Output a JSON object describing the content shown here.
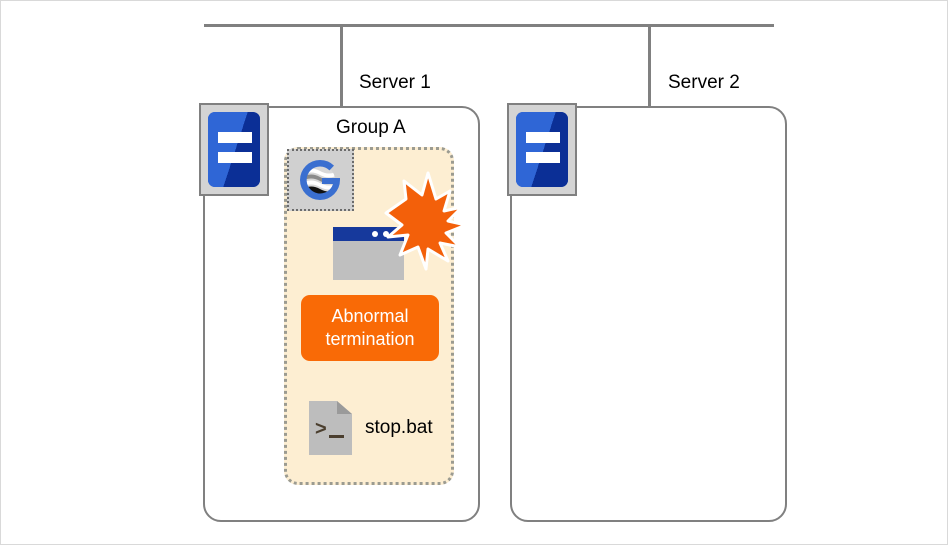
{
  "diagram": {
    "title": "Abnormal termination of an application in Group A on Server 1",
    "network": {
      "bus_color": "#808080"
    },
    "servers": [
      {
        "label": "Server 1",
        "icon_name": "server-hardware-icon",
        "group": {
          "label": "Group A",
          "background": "#fdeed2",
          "border_style": "dotted",
          "items": [
            {
              "kind": "app-logo",
              "name": "application-logo-icon"
            },
            {
              "kind": "window",
              "name": "application-window-icon"
            },
            {
              "kind": "status",
              "name": "abnormal-termination-badge",
              "label": "Abnormal\ntermination",
              "label_line1": "Abnormal",
              "label_line2": "termination",
              "color": "#f96a06"
            },
            {
              "kind": "script",
              "name": "script-file-icon",
              "label": "stop.bat"
            }
          ],
          "failure_indicator": {
            "name": "explosion-burst-icon",
            "color": "#f3600a"
          }
        }
      },
      {
        "label": "Server 2",
        "icon_name": "server-hardware-icon",
        "group": null
      }
    ]
  },
  "labels": {
    "server1": "Server 1",
    "server2": "Server 2",
    "group_a": "Group A",
    "abnormal_line1": "Abnormal",
    "abnormal_line2": "termination",
    "stop_bat": "stop.bat"
  },
  "colors": {
    "burst_orange": "#f3600a",
    "badge_orange": "#f96a06",
    "group_fill": "#fdeed2",
    "group_border": "#9b9b91",
    "server_border": "#808080",
    "server_blue": "#2a5fcf",
    "server_blue_dark": "#0b2f96",
    "window_titlebar": "#16399c",
    "window_body": "#bfbfbf",
    "logo_blue": "#3a6fd0",
    "script_gray": "#bdbdbd"
  }
}
